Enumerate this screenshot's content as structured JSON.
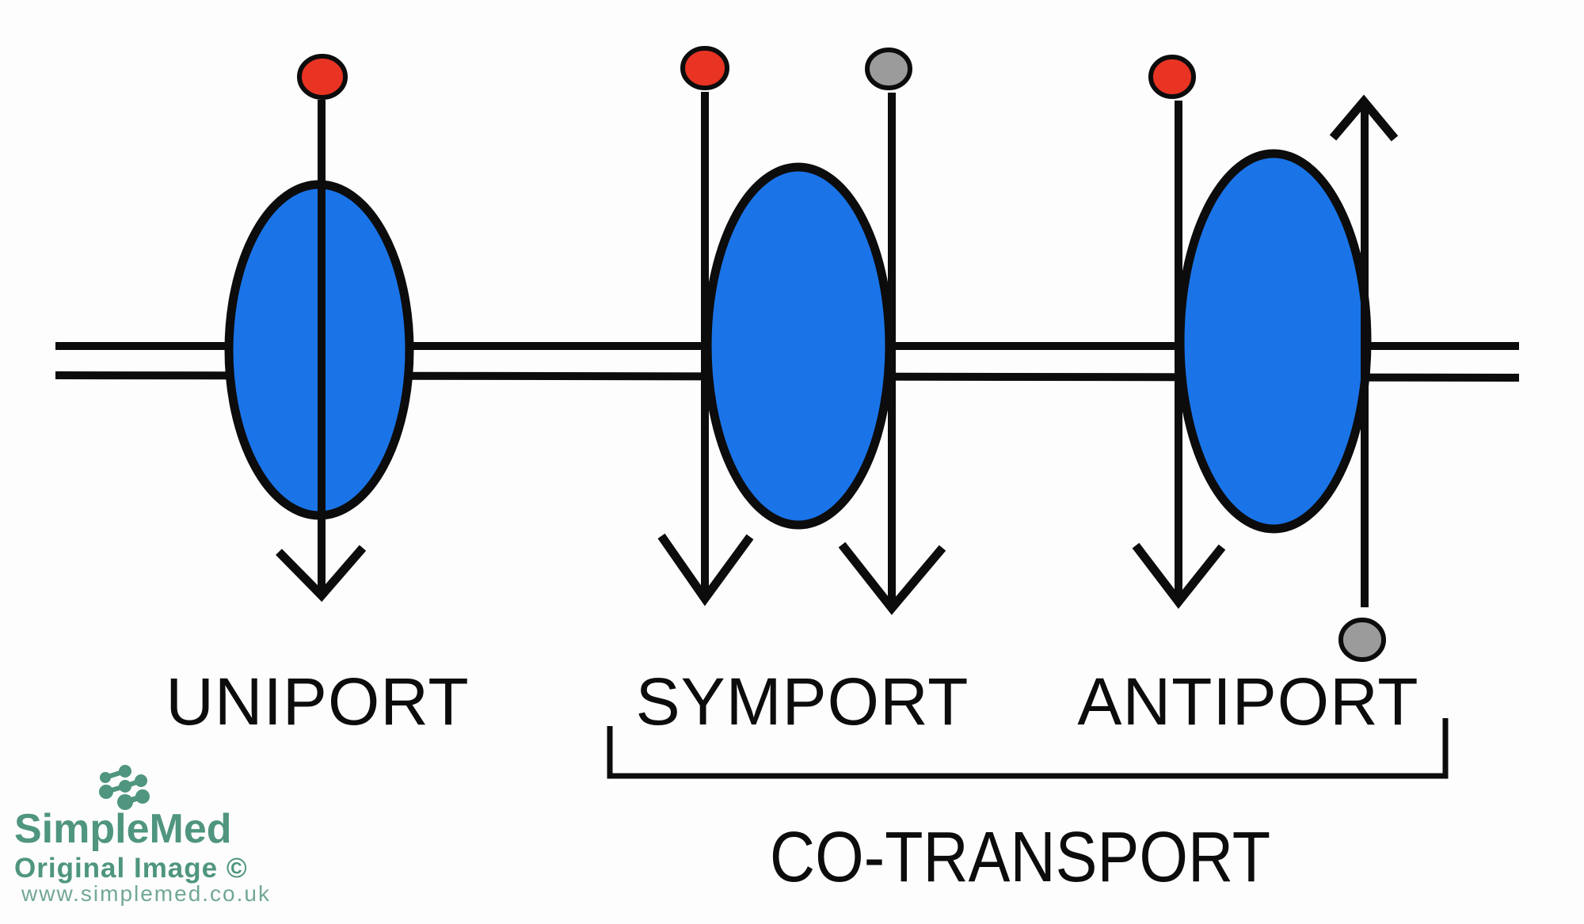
{
  "diagram": {
    "transporters": [
      {
        "label": "UNIPORT",
        "cargo": [
          {
            "molecule": "red",
            "direction": "down"
          }
        ]
      },
      {
        "label": "SYMPORT",
        "cargo": [
          {
            "molecule": "red",
            "direction": "down"
          },
          {
            "molecule": "grey",
            "direction": "down"
          }
        ]
      },
      {
        "label": "ANTIPORT",
        "cargo": [
          {
            "molecule": "red",
            "direction": "down"
          },
          {
            "molecule": "grey",
            "direction": "up"
          }
        ]
      }
    ],
    "group": {
      "label": "CO-TRANSPORT",
      "members": [
        "SYMPORT",
        "ANTIPORT"
      ]
    }
  },
  "colors": {
    "background": "#fdfdfd",
    "outline": "#0c0c0c",
    "protein_blue": "#1a74e8",
    "molecule_red": "#e93323",
    "molecule_grey": "#9b9b9b",
    "logo_teal": "#4f957f",
    "logo_url_teal": "#72a795"
  },
  "icons": {
    "logo_mark": "molecule-cluster-icon"
  },
  "watermark": {
    "brand": "SimpleMed",
    "line2": "Original Image ©",
    "url": "www.simplemed.co.uk"
  }
}
